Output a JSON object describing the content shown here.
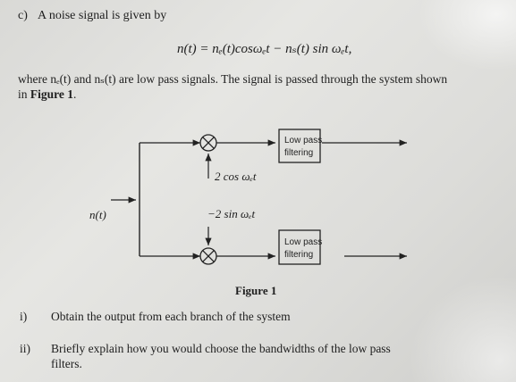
{
  "question": {
    "label": "c)",
    "intro": "A noise signal is given by",
    "equation": "n(t) = nₑ(t)cosωₑt − nₛ(t) sin ωₑt,",
    "where_line1": "where nₑ(t)  and nₛ(t) are low pass signals. The signal is passed through the system shown",
    "where_line2_prefix": "in ",
    "where_line2_figure": "Figure 1",
    "where_line2_suffix": "."
  },
  "diagram": {
    "input_label": "n(t)",
    "top_box": [
      "Low pass",
      "filtering"
    ],
    "bottom_box": [
      "Low pass",
      "filtering"
    ],
    "top_carrier": "2 cos ωₑt",
    "bottom_carrier": "−2 sin ωₑt",
    "caption": "Figure 1"
  },
  "subquestions": [
    {
      "label": "i)",
      "text": "Obtain the output from each branch of the system"
    },
    {
      "label": "ii)",
      "text_line1": "Briefly explain how you would choose the bandwidths of the low pass",
      "text_line2": "filters."
    }
  ]
}
